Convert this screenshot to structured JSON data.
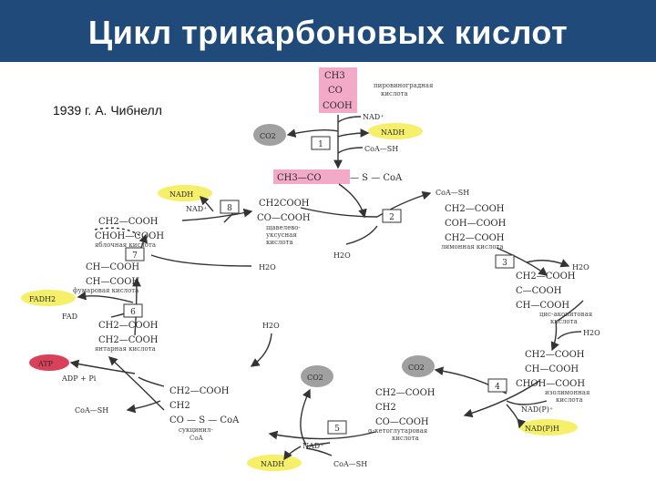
{
  "title": "Цикл трикарбоновых кислот",
  "subtitle": "1939 г. А. Чибнелл",
  "colors": {
    "header": "#1f4a7a",
    "pink": "#f2aac8",
    "yellow": "#f5ef6a",
    "red": "#d9405a",
    "gray": "#a0a0a0"
  },
  "pyruvate": {
    "f1": "CH3",
    "f2": "CO",
    "f3": "COOH",
    "name1": "пировиноградная",
    "name2": "кислота"
  },
  "step1": {
    "num": "1",
    "nad": "NAD⁺",
    "nadh": "NADH",
    "co2": "CO2",
    "coash": "CoA—SH"
  },
  "acetyl": {
    "formula": "CH3—CO",
    "rest": "— S — CoA"
  },
  "oxaloacetate": {
    "f1": "CH2COOH",
    "f2": "CO—COOH",
    "n1": "щавелево-",
    "n2": "уксусная",
    "n3": "кислота"
  },
  "step2": {
    "num": "2",
    "coash": "CoA—SH",
    "h2o": "H2O"
  },
  "citrate": {
    "f1": "CH2—COOH",
    "f2": "COH—COOH",
    "f3": "CH2—COOH",
    "name": "лимонная кислота"
  },
  "step3": {
    "num": "3",
    "h2o_top": "H2O",
    "h2o_bottom": "H2O"
  },
  "aconitate": {
    "f1": "CH2—COOH",
    "f2": "C—COOH",
    "f3": "CH—COOH",
    "n1": "цис-аконитовая",
    "n2": "кислота"
  },
  "isocitrate": {
    "f1": "CH2—COOH",
    "f2": "CH—COOH",
    "f3": "CHOH—COOH",
    "n1": "изолимонная",
    "n2": "кислота"
  },
  "step4": {
    "num": "4",
    "co2": "CO2",
    "nadph": "NAD(P)H",
    "nadp": "NAD(P)⁺"
  },
  "ketoglutarate": {
    "f1": "CH2—COOH",
    "f2": "CH2",
    "f3": "CO—COOH",
    "n1": "α-кетоглутаровая",
    "n2": "кислота"
  },
  "step5": {
    "num": "5",
    "co2": "CO2",
    "nad": "NAD⁺",
    "nadh": "NADH",
    "coash": "CoA—SH"
  },
  "succinylcoa": {
    "f1": "CH2—COOH",
    "f2": "CH2",
    "f3": "CO — S — CoA",
    "n1": "сукцинил-",
    "n2": "CoA"
  },
  "step6": {
    "num": "6",
    "h2o": "H2O",
    "atp": "ATP",
    "adp": "ADP + Pi",
    "coash": "CoA—SH",
    "fadh2": "FADH2",
    "fad": "FAD"
  },
  "succinate": {
    "f1": "CH2—COOH",
    "f2": "CH2—COOH",
    "name": "янтарная кислота"
  },
  "fumarate": {
    "f1": "CH—COOH",
    "f2": "CH—COOH",
    "name": "фумаровая кислота"
  },
  "step7": {
    "num": "7",
    "h2o": "H2O"
  },
  "malate": {
    "f1": "CH2—COOH",
    "f2": "CHOH—COOH",
    "name": "яблочная кислота"
  },
  "step8": {
    "num": "8",
    "nad": "NAD⁺",
    "nadh": "NADH"
  }
}
